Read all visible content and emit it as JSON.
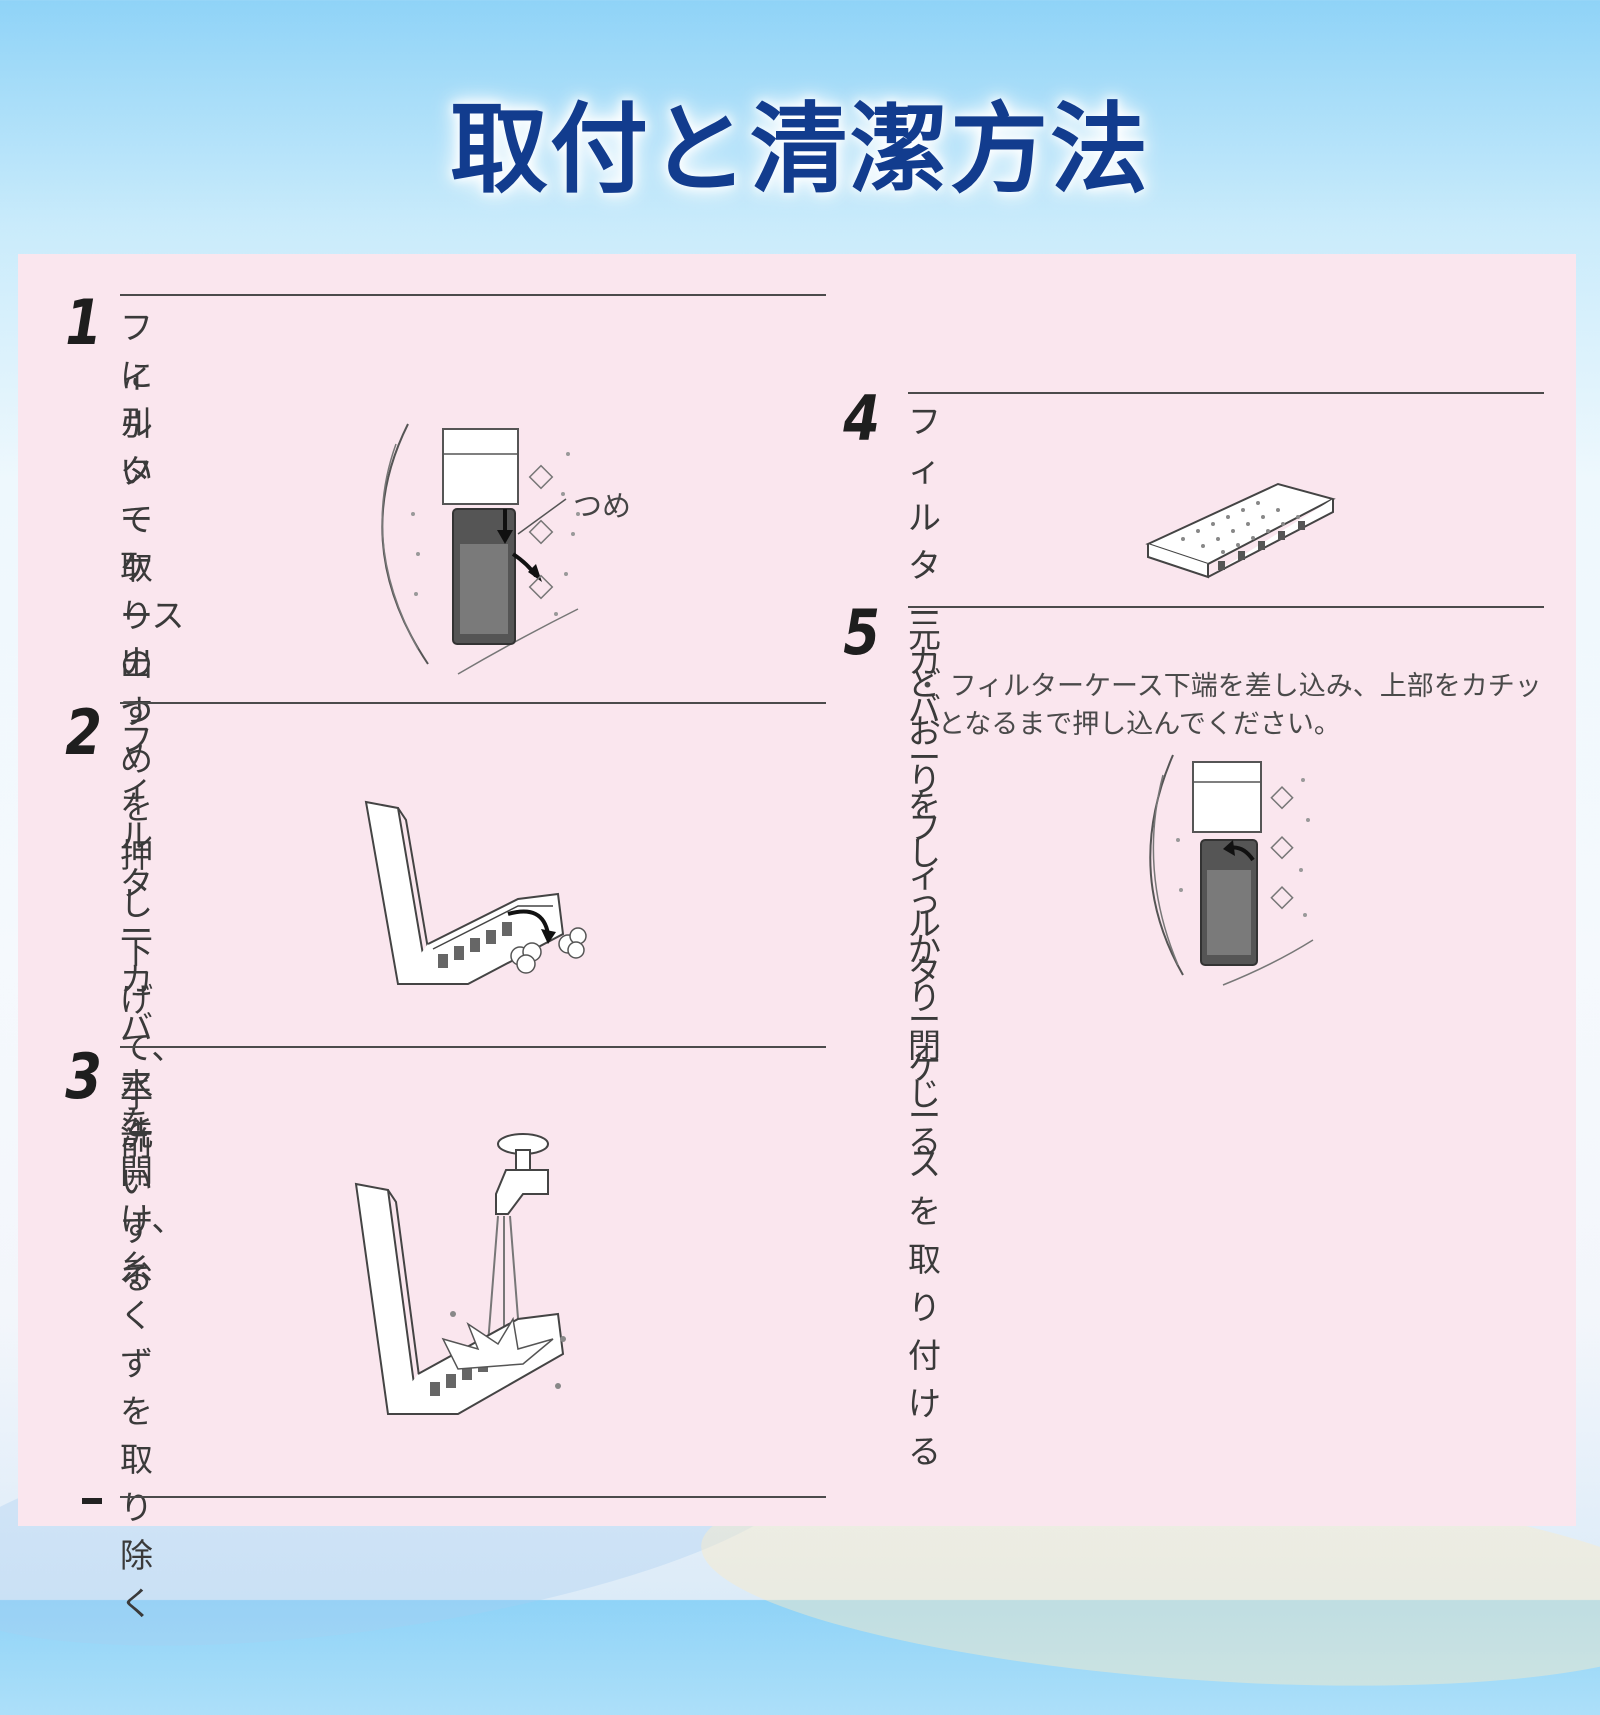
{
  "title": "取付と清潔方法",
  "steps": [
    {
      "num": "1",
      "text_line1": "フィルターケースのつめを押し下げて、手前",
      "text_line2": "に引いて取り出す",
      "callout": "つめ"
    },
    {
      "num": "2",
      "text": "フィルターカバーを開け、糸くずを取り除く"
    },
    {
      "num": "3",
      "text": "水洗いする"
    },
    {
      "num": "4",
      "text": "フィルターカバーをしっかり閉じる"
    },
    {
      "num": "5",
      "text": "元どおりフィルターケースを取り付ける",
      "note_line1": "・ フィルターケース下端を差し込み、上部をカチッ",
      "note_line2": "となるまで押し込んでください。"
    }
  ]
}
